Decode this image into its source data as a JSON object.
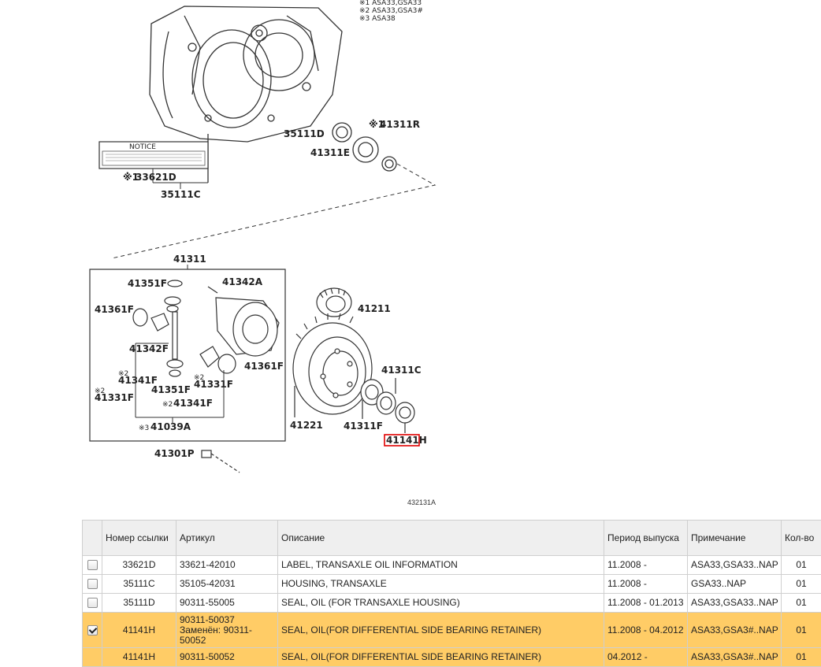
{
  "diagram": {
    "notes": [
      "※1 ASA33,GSA33",
      "※2 ASA33,GSA3#",
      "※3 ASA38"
    ],
    "labels": {
      "p35111D": "35111D",
      "p41311R": "41311R",
      "p41311E": "41311E",
      "p33621D": "33621D",
      "p35111C": "35111C",
      "p41311": "41311",
      "p41351F_a": "41351F",
      "p41342A": "41342A",
      "p41361F_a": "41361F",
      "p41342F": "41342F",
      "p41341F_a": "41341F",
      "p41351F_b": "41351F",
      "p41331F_a": "41331F",
      "p41331F_b": "41331F",
      "p41341F_b": "41341F",
      "p41039A": "41039A",
      "p41361F_b": "41361F",
      "p41301P": "41301P",
      "p41211": "41211",
      "p41311C": "41311C",
      "p41221": "41221",
      "p41311F": "41311F",
      "p41141H": "41141H"
    },
    "marks": {
      "m1": "※1",
      "m2a": "※2",
      "m2b": "※2",
      "m2c": "※2",
      "m2d": "※2",
      "m3": "※3"
    },
    "notice_text": "NOTICE",
    "figure_id": "432131A",
    "highlight_color": "#e00000"
  },
  "table": {
    "headers": {
      "ref": "Номер ссылки",
      "article": "Артикул",
      "description": "Описание",
      "period": "Период выпуска",
      "note": "Примечание",
      "qty": "Кол-во"
    },
    "rows": [
      {
        "checked": false,
        "ref": "33621D",
        "article": "33621-42010",
        "description": "LABEL, TRANSAXLE OIL INFORMATION",
        "period": "11.2008 -",
        "note": "ASA33,GSA33..NAP",
        "qty": "01"
      },
      {
        "checked": false,
        "ref": "35111C",
        "article": "35105-42031",
        "description": "HOUSING, TRANSAXLE",
        "period": "11.2008 -",
        "note": "GSA33..NAP",
        "qty": "01"
      },
      {
        "checked": false,
        "ref": "35111D",
        "article": "90311-55005",
        "description": "SEAL, OIL (FOR TRANSAXLE HOUSING)",
        "period": "11.2008 - 01.2013",
        "note": "ASA33,GSA33..NAP",
        "qty": "01"
      },
      {
        "checked": true,
        "ref": "41141H",
        "article": "90311-50037 Заменён: 90311-50052",
        "description": "SEAL, OIL(FOR DIFFERENTIAL SIDE BEARING RETAINER)",
        "period": "11.2008 - 04.2012",
        "note": "ASA33,GSA3#..NAP",
        "qty": "01"
      },
      {
        "checked": false,
        "ref": "41141H",
        "article": "90311-50052",
        "description": "SEAL, OIL(FOR DIFFERENTIAL SIDE BEARING RETAINER)",
        "period": "04.2012 -",
        "note": "ASA33,GSA3#..NAP",
        "qty": "01"
      }
    ],
    "selected_color": "#ffcc66"
  }
}
